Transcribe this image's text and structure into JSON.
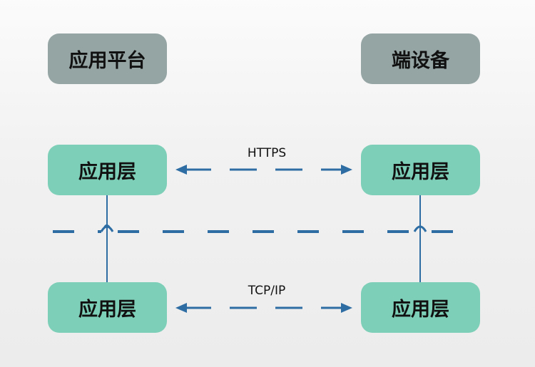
{
  "top_row": {
    "left_label": "应用平台",
    "right_label": "端设备"
  },
  "upper_row": {
    "left_label": "应用层",
    "right_label": "应用层",
    "protocol": "HTTPS"
  },
  "lower_row": {
    "left_label": "应用层",
    "right_label": "应用层",
    "protocol": "TCP/IP"
  },
  "colors": {
    "header_box": "#95a5a4",
    "layer_box": "#7ecfb7",
    "line": "#2e6da4"
  }
}
